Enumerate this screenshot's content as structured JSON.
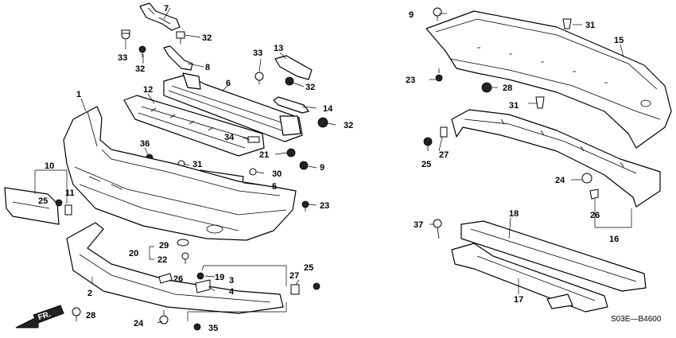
{
  "diagram": {
    "code": "S03E—B4600",
    "direction_label": "FR.",
    "callouts": [
      {
        "id": "c7",
        "text": "7"
      },
      {
        "id": "c32a",
        "text": "32"
      },
      {
        "id": "c33a",
        "text": "33"
      },
      {
        "id": "c32b",
        "text": "32"
      },
      {
        "id": "c8",
        "text": "8"
      },
      {
        "id": "c1",
        "text": "1"
      },
      {
        "id": "c12",
        "text": "12"
      },
      {
        "id": "c6",
        "text": "6"
      },
      {
        "id": "c13",
        "text": "13"
      },
      {
        "id": "c33b",
        "text": "33"
      },
      {
        "id": "c32c",
        "text": "32"
      },
      {
        "id": "c14",
        "text": "14"
      },
      {
        "id": "c34",
        "text": "34"
      },
      {
        "id": "c32d",
        "text": "32"
      },
      {
        "id": "c36",
        "text": "36"
      },
      {
        "id": "c21",
        "text": "21"
      },
      {
        "id": "c31a",
        "text": "31"
      },
      {
        "id": "c30",
        "text": "30"
      },
      {
        "id": "c9a",
        "text": "9"
      },
      {
        "id": "c10",
        "text": "10"
      },
      {
        "id": "c5",
        "text": "5"
      },
      {
        "id": "c25a",
        "text": "25"
      },
      {
        "id": "c11",
        "text": "11"
      },
      {
        "id": "c23a",
        "text": "23"
      },
      {
        "id": "c29",
        "text": "29"
      },
      {
        "id": "c20",
        "text": "20"
      },
      {
        "id": "c22",
        "text": "22"
      },
      {
        "id": "c26a",
        "text": "26"
      },
      {
        "id": "c19",
        "text": "19"
      },
      {
        "id": "c3",
        "text": "3"
      },
      {
        "id": "c25b",
        "text": "25"
      },
      {
        "id": "c27a",
        "text": "27"
      },
      {
        "id": "c4",
        "text": "4"
      },
      {
        "id": "c2",
        "text": "2"
      },
      {
        "id": "c28a",
        "text": "28"
      },
      {
        "id": "c24a",
        "text": "24"
      },
      {
        "id": "c35",
        "text": "35"
      },
      {
        "id": "c9b",
        "text": "9"
      },
      {
        "id": "c31b",
        "text": "31"
      },
      {
        "id": "c15",
        "text": "15"
      },
      {
        "id": "c23b",
        "text": "23"
      },
      {
        "id": "c28b",
        "text": "28"
      },
      {
        "id": "c31c",
        "text": "31"
      },
      {
        "id": "c27b",
        "text": "27"
      },
      {
        "id": "c25c",
        "text": "25"
      },
      {
        "id": "c24b",
        "text": "24"
      },
      {
        "id": "c26b",
        "text": "26"
      },
      {
        "id": "c16",
        "text": "16"
      },
      {
        "id": "c37",
        "text": "37"
      },
      {
        "id": "c18",
        "text": "18"
      },
      {
        "id": "c17",
        "text": "17"
      }
    ]
  }
}
